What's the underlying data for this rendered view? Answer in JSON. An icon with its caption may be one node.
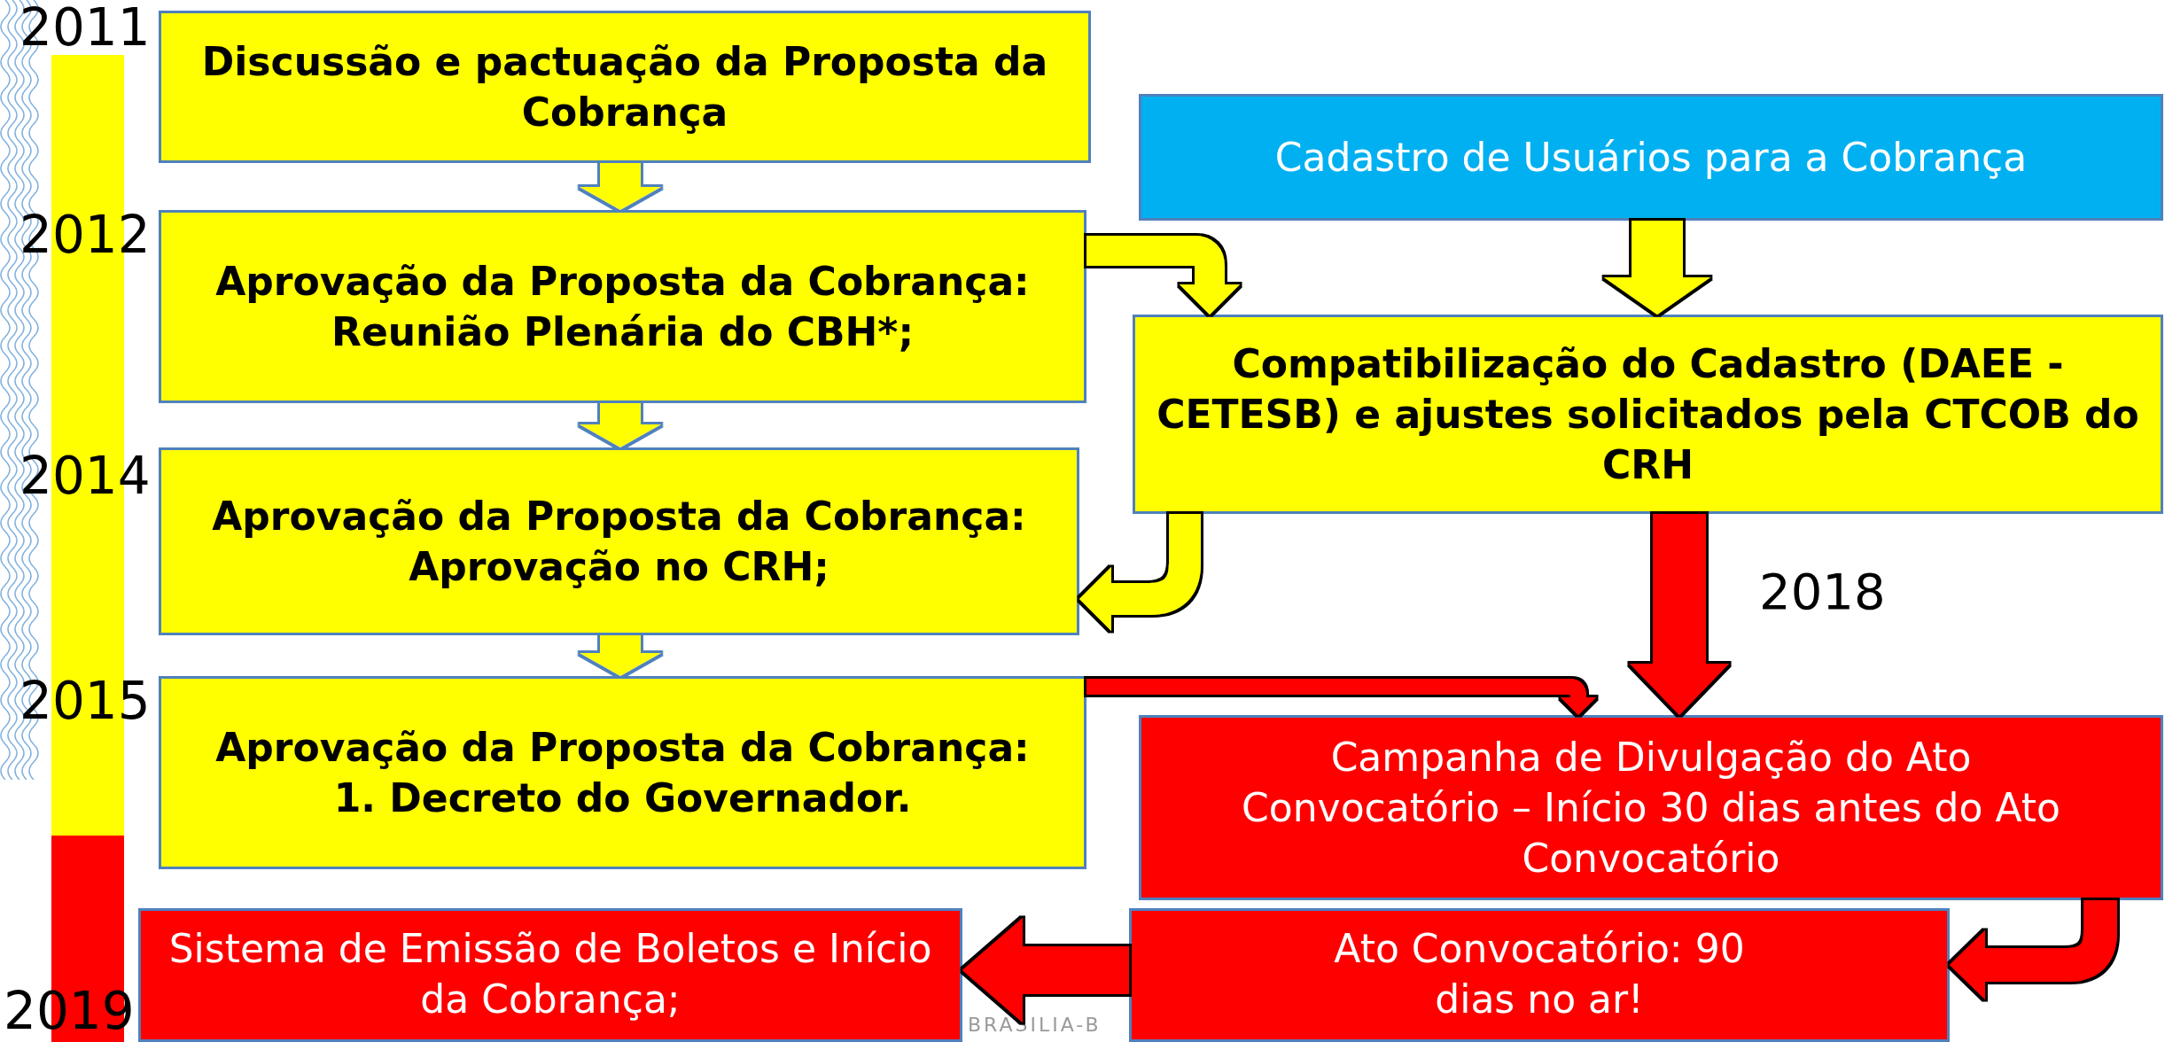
{
  "diagram": {
    "nodes": [
      {
        "text": [
          "Discussão e pactuação da Proposta da Cobrança"
        ]
      },
      {
        "text": [
          "Aprovação da Proposta da Cobrança: Reunião Plenária do CBH*;"
        ]
      },
      {
        "text": [
          "Aprovação da Proposta da Cobrança: Aprovação no CRH;"
        ]
      },
      {
        "text": [
          "Aprovação da Proposta da Cobrança: 1. Decreto do Governador."
        ]
      },
      {
        "text": [
          "Cadastro de Usuários para a Cobrança"
        ]
      },
      {
        "text": [
          "Compatibilização do Cadastro (DAEE - CETESB) e ajustes solicitados pela CTCOB do CRH"
        ]
      },
      {
        "text": [
          "Campanha de Divulgação do Ato Convocatório – Início 30 dias antes do Ato Convocatório"
        ]
      },
      {
        "text": [
          "Ato Convocatório: 90 dias no ar!"
        ]
      },
      {
        "text": [
          "Sistema de Emissão de Boletos e Início da Cobrança;"
        ]
      }
    ],
    "edges": [
      {
        "from": 0,
        "to": 1,
        "arrow": "to"
      },
      {
        "from": 1,
        "to": 2,
        "arrow": "to"
      },
      {
        "from": 2,
        "to": 3,
        "arrow": "to"
      },
      {
        "from": 4,
        "to": 5,
        "arrow": "to"
      },
      {
        "from": 1,
        "to": 5,
        "arrow": "to"
      },
      {
        "from": 5,
        "to": 2,
        "arrow": "to"
      },
      {
        "from": 5,
        "to": 6,
        "arrow": "to",
        "color": "#ff0000"
      },
      {
        "from": 3,
        "to": 6,
        "arrow": "to",
        "color": "#ff0000"
      },
      {
        "from": 6,
        "to": 7,
        "arrow": "to",
        "color": "#ff0000"
      },
      {
        "from": 7,
        "to": 8,
        "arrow": "to",
        "color": "#ff0000"
      }
    ],
    "labels": [
      "2011",
      "2012",
      "2014",
      "2015",
      "2019",
      "2018",
      "BRASILIA-B"
    ]
  }
}
